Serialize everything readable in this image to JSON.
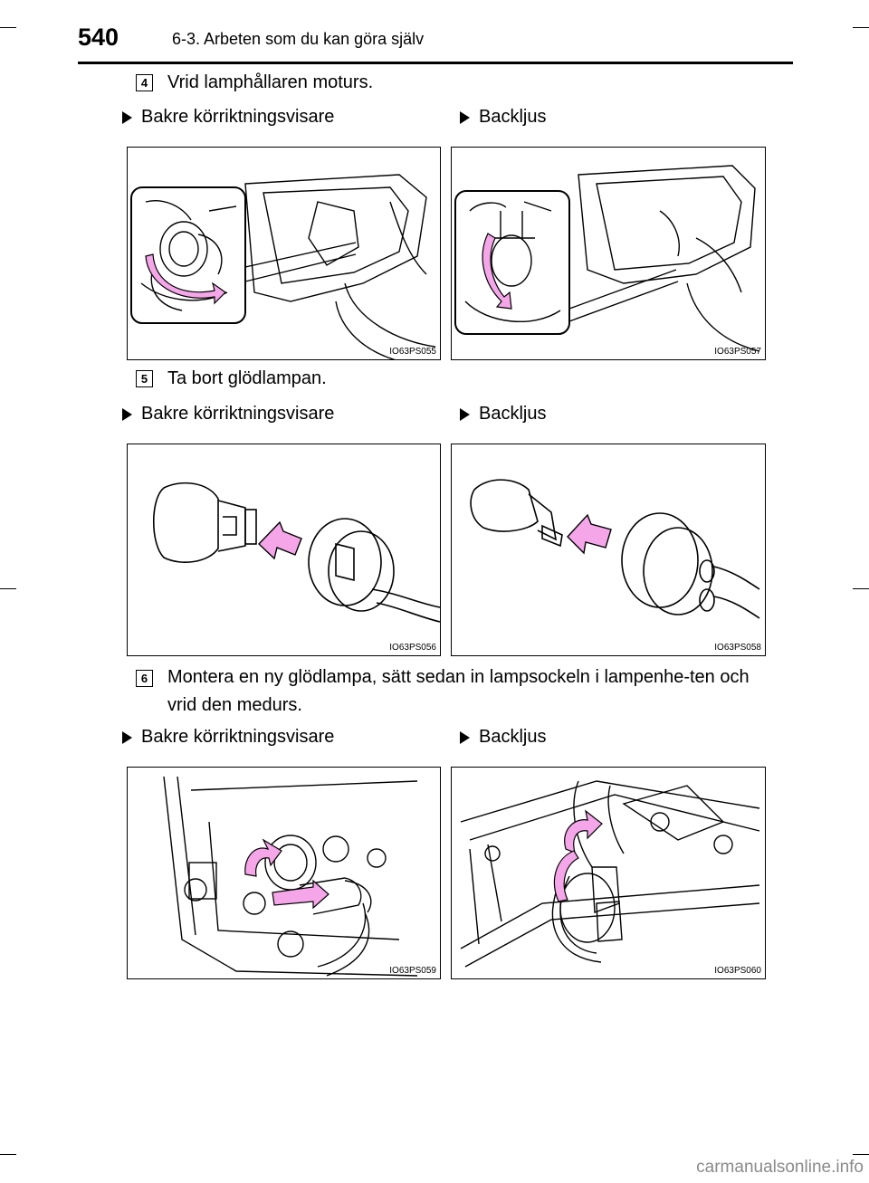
{
  "header": {
    "page_number": "540",
    "chapter": "6-3. Arbeten som du kan göra själv"
  },
  "steps": [
    {
      "number": "4",
      "text": "Vrid lamphållaren moturs."
    },
    {
      "number": "5",
      "text": "Ta bort glödlampan."
    },
    {
      "number": "6",
      "text": "Montera en ny glödlampa, sätt sedan in lampsockeln i lampenhe-ten och vrid den medurs."
    }
  ],
  "labels": {
    "left": "Bakre körriktningsvisare",
    "right": "Backljus"
  },
  "figures": [
    {
      "code": "IO63PS055"
    },
    {
      "code": "IO63PS057"
    },
    {
      "code": "IO63PS056"
    },
    {
      "code": "IO63PS058"
    },
    {
      "code": "IO63PS059"
    },
    {
      "code": "IO63PS060"
    }
  ],
  "footer": {
    "watermark": "carmanualsonline.info"
  },
  "colors": {
    "arrow": "#f4a6e8",
    "line": "#000000"
  }
}
